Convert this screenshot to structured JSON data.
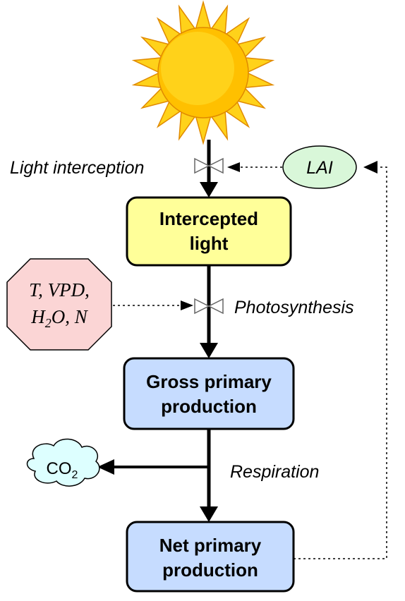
{
  "processes": {
    "light_interception": "Light interception",
    "photosynthesis": "Photosynthesis",
    "respiration": "Respiration"
  },
  "stocks": {
    "intercepted_light": {
      "line1": "Intercepted",
      "line2": "light"
    },
    "gpp": {
      "line1": "Gross primary",
      "line2": "production"
    },
    "npp": {
      "line1": "Net primary",
      "line2": "production"
    }
  },
  "drivers": {
    "lai": "LAI",
    "env_line1": "T, VPD,",
    "env_line2_h": "H",
    "env_line2_sub": "2",
    "env_line2_rest": "O, N"
  },
  "outputs": {
    "co2_main": "CO",
    "co2_sub": "2"
  },
  "colors": {
    "sun_outer": "#ffd21a",
    "sun_inner": "#ffc000",
    "sun_stroke": "#e08a00",
    "intercepted_fill": "#ffff99",
    "production_fill": "#c6dcff",
    "lai_fill": "#d9f7d9",
    "env_fill": "#fbd5d5",
    "co2_fill": "#ddffff"
  }
}
